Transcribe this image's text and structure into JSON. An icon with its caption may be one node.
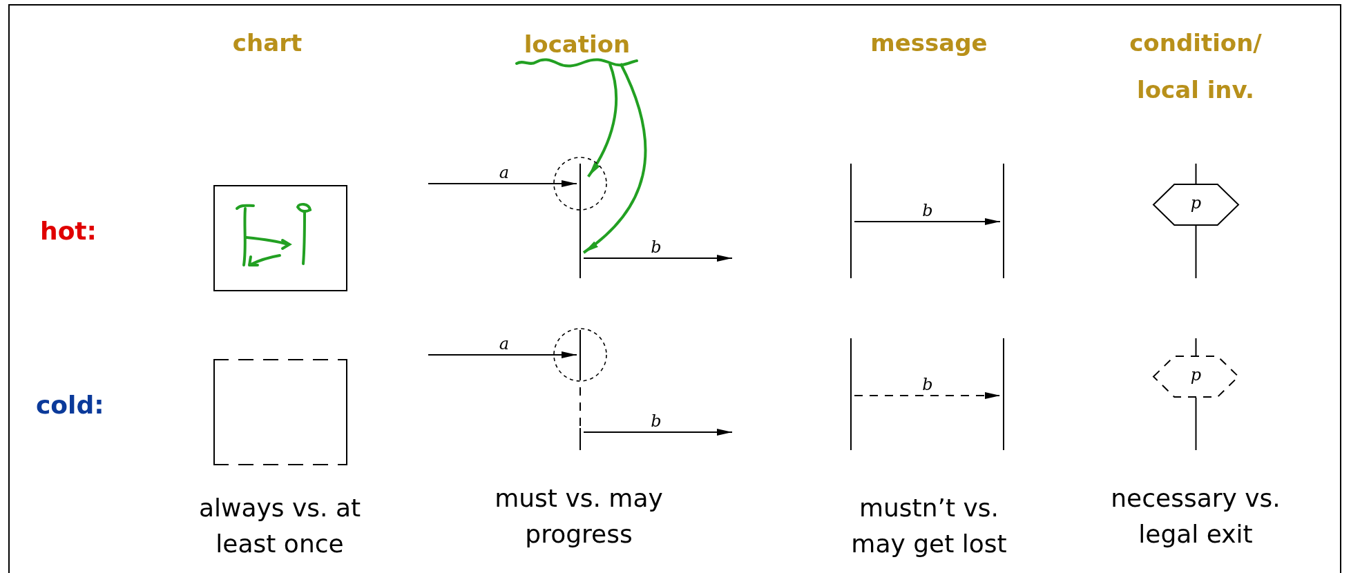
{
  "diagram": {
    "nodes": [
      {
        "text": [
          "location"
        ]
      },
      {
        "text": [],
        "shape": "box"
      },
      {
        "text": [],
        "shape": "box"
      },
      {
        "text": [],
        "shape": "bar"
      },
      {
        "text": [],
        "shape": "circle"
      },
      {
        "text": [],
        "shape": "bar"
      },
      {
        "text": [],
        "shape": "circle"
      },
      {
        "text": [],
        "shape": "bar"
      },
      {
        "text": [],
        "shape": "bar"
      },
      {
        "text": [],
        "shape": "bar"
      },
      {
        "text": [],
        "shape": "bar"
      },
      {
        "text": [
          "p"
        ]
      },
      {
        "text": [
          "p"
        ]
      }
    ],
    "edges": [
      {
        "from": null,
        "to": 3,
        "arrow": "to",
        "label": "a"
      },
      {
        "from": 3,
        "to": null,
        "arrow": "to",
        "label": "b"
      },
      {
        "from": null,
        "to": 5,
        "arrow": "to",
        "label": "a"
      },
      {
        "from": 5,
        "to": null,
        "arrow": "to",
        "label": "b"
      },
      {
        "from": 7,
        "to": 8,
        "arrow": "to",
        "label": "b"
      },
      {
        "from": 9,
        "to": 10,
        "arrow": "to",
        "label": "b",
        "style": "dashed"
      },
      {
        "from": 0,
        "to": 4,
        "arrow": "to",
        "color": "#22a022"
      },
      {
        "from": 0,
        "to": 3,
        "arrow": "to",
        "color": "#22a022"
      }
    ],
    "labels": [
      "chart",
      "message",
      "condition/ local inv.",
      "hot:",
      "cold:",
      "always vs. at least once",
      "must vs. may progress",
      "mustn’t vs. may get lost",
      "necessary vs. legal exit"
    ]
  }
}
